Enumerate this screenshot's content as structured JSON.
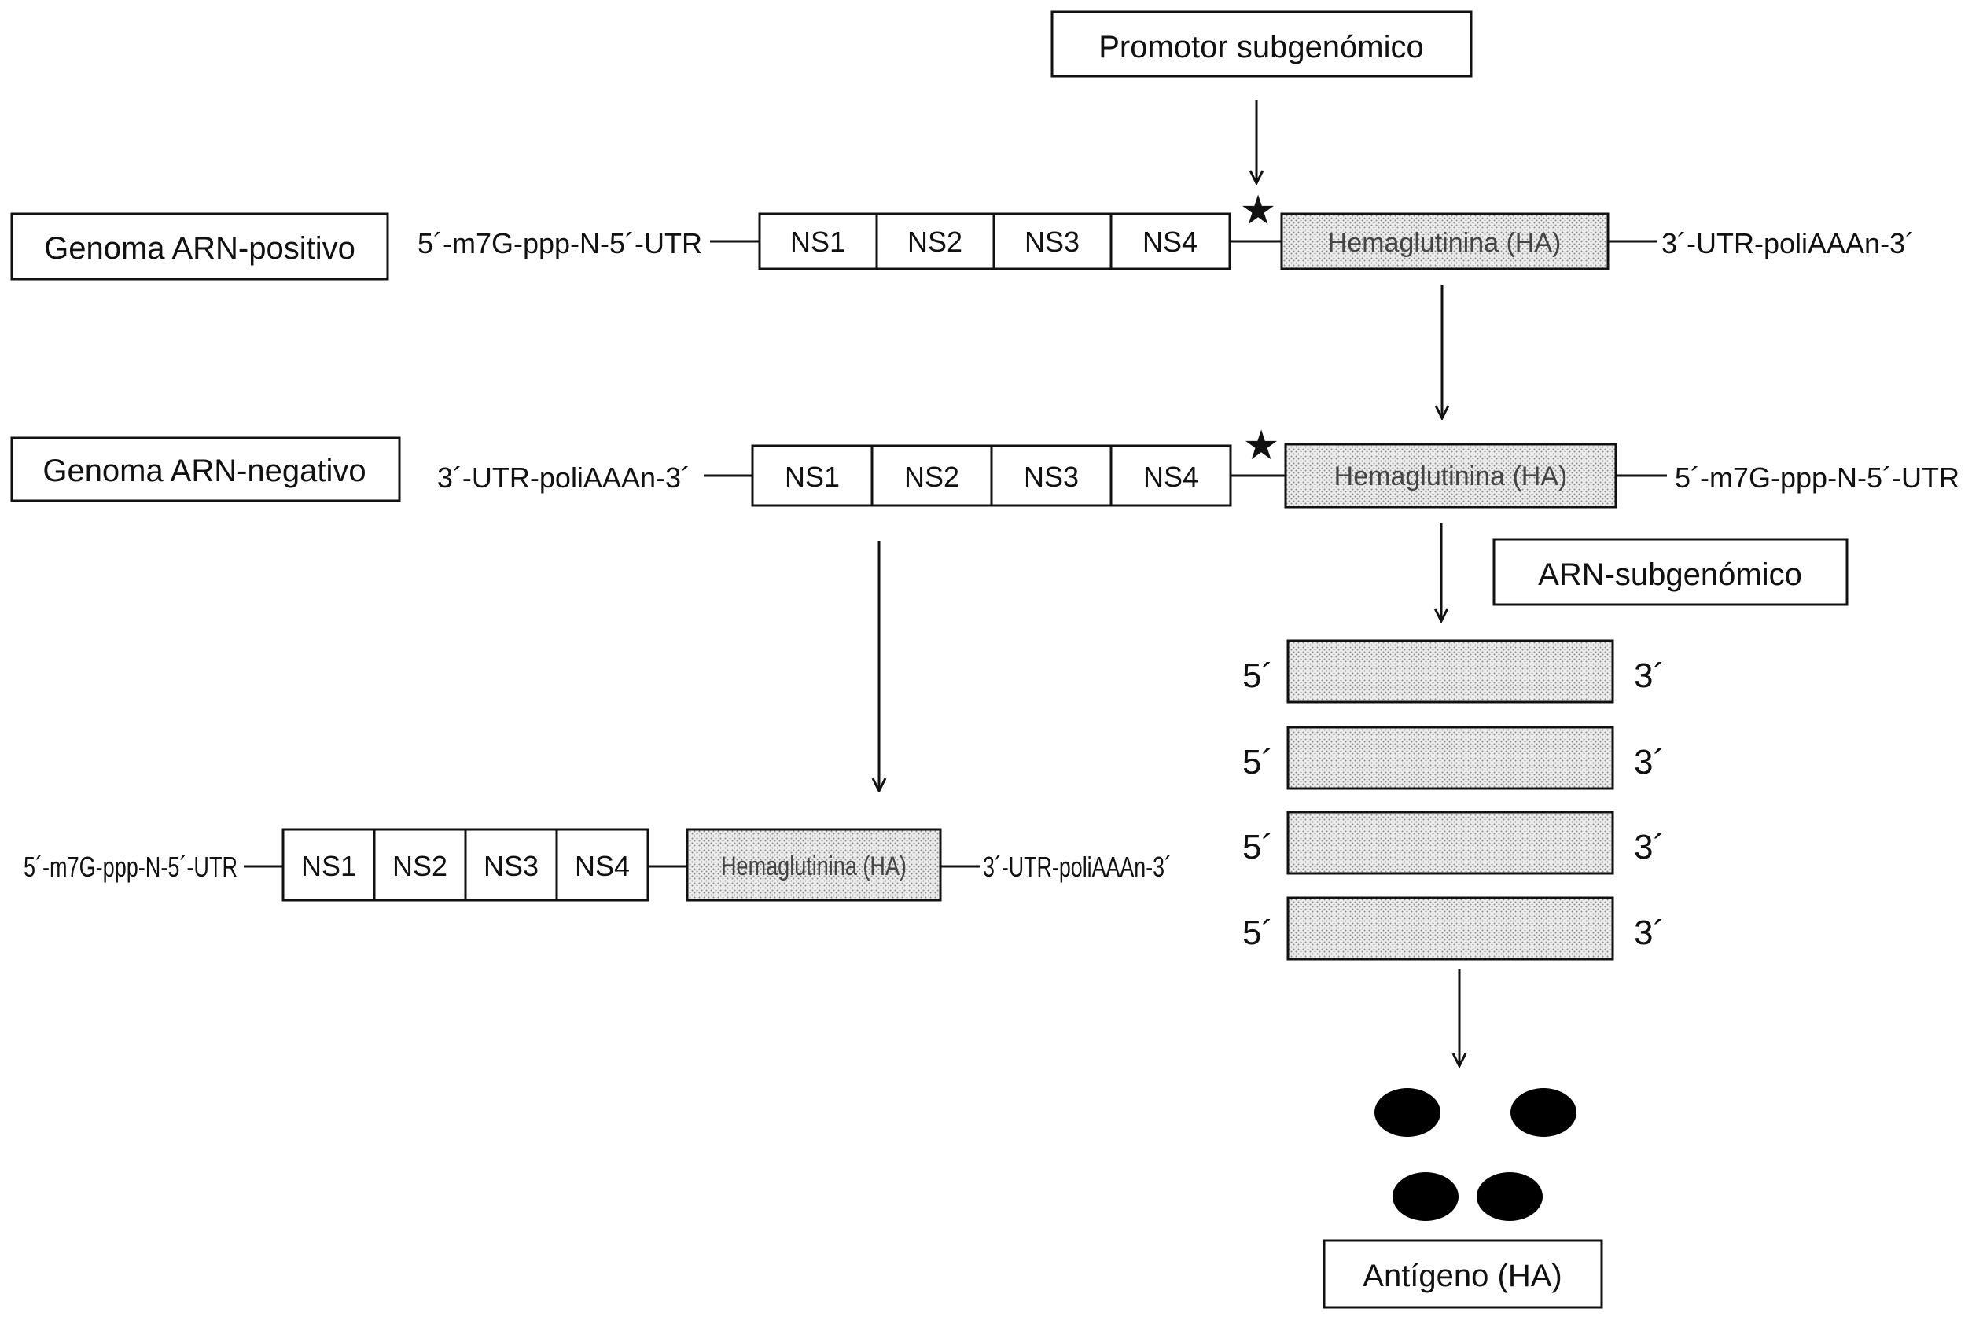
{
  "title_box": "Promotor subgenómico",
  "genome_positive": {
    "label": "Genoma ARN-positivo",
    "left_end": "5´-m7G-ppp-N-5´-UTR",
    "right_end": "3´-UTR-poliAAAn-3´",
    "segments": [
      "NS1",
      "NS2",
      "NS3",
      "NS4"
    ],
    "ha": "Hemaglutinina (HA)"
  },
  "genome_negative": {
    "label": "Genoma ARN-negativo",
    "left_end": "3´-UTR-poliAAAn-3´",
    "right_end": "5´-m7G-ppp-N-5´-UTR",
    "segments": [
      "NS1",
      "NS2",
      "NS3",
      "NS4"
    ],
    "ha": "Hemaglutinina (HA)"
  },
  "genome_copy": {
    "left_end": "5´-m7G-ppp-N-5´-UTR",
    "right_end": "3´-UTR-poliAAAn-3´",
    "segments": [
      "NS1",
      "NS2",
      "NS3",
      "NS4"
    ],
    "ha": "Hemaglutinina (HA)"
  },
  "subgenomic_label": "ARN-subgenómico",
  "subgenomic_rna": [
    {
      "five": "5´",
      "three": "3´"
    },
    {
      "five": "5´",
      "three": "3´"
    },
    {
      "five": "5´",
      "three": "3´"
    },
    {
      "five": "5´",
      "three": "3´"
    }
  ],
  "antigen_label": "Antígeno (HA)",
  "star_glyph": "★"
}
